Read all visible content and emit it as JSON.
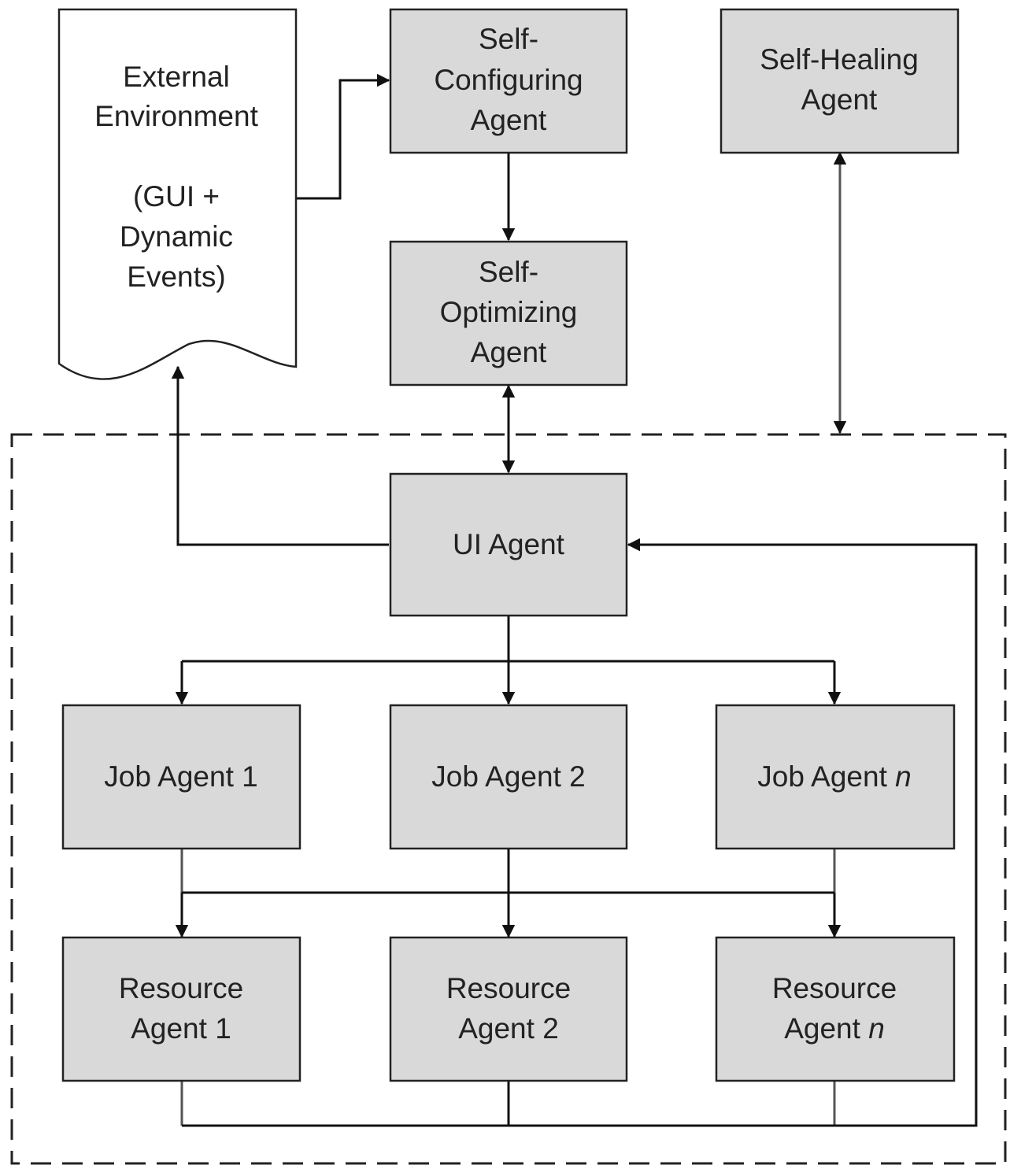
{
  "colors": {
    "box_fill": "#d9d9d9",
    "stroke": "#222222",
    "background": "#ffffff"
  },
  "external_environment": {
    "line1": "External",
    "line2": "Environment",
    "line3": "(GUI +",
    "line4": "Dynamic",
    "line5": "Events)"
  },
  "self_configuring": {
    "line1": "Self-",
    "line2": "Configuring",
    "line3": "Agent"
  },
  "self_healing": {
    "line1": "Self-Healing",
    "line2": "Agent"
  },
  "self_optimizing": {
    "line1": "Self-",
    "line2": "Optimizing",
    "line3": "Agent"
  },
  "ui_agent": {
    "label": "UI Agent"
  },
  "job_agents": [
    {
      "prefix": "Job Agent ",
      "suffix": "1"
    },
    {
      "prefix": "Job Agent ",
      "suffix": "2"
    },
    {
      "prefix": "Job Agent ",
      "suffix": "n"
    }
  ],
  "resource_agents": [
    {
      "line1": "Resource",
      "line2_prefix": "Agent ",
      "line2_suffix": "1"
    },
    {
      "line1": "Resource",
      "line2_prefix": "Agent ",
      "line2_suffix": "2"
    },
    {
      "line1": "Resource",
      "line2_prefix": "Agent ",
      "line2_suffix": "n"
    }
  ]
}
